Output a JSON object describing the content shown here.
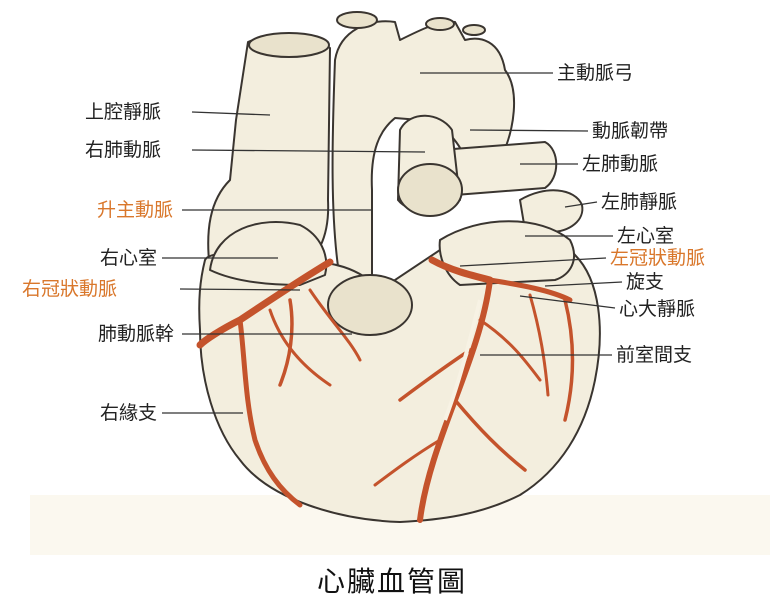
{
  "caption": "心臟血管圖",
  "colors": {
    "heart_fill": "#f3eede",
    "heart_stroke": "#3a3530",
    "artery": "#c4532c",
    "label_orange": "#d9772b",
    "label_dark": "#222222"
  },
  "labels_left": [
    {
      "id": "svc",
      "text": "上腔靜脈",
      "orange": false
    },
    {
      "id": "rpa",
      "text": "右肺動脈",
      "orange": false
    },
    {
      "id": "asc-aorta",
      "text": "升主動脈",
      "orange": true
    },
    {
      "id": "rv",
      "text": "右心室",
      "orange": false
    },
    {
      "id": "rca",
      "text": "右冠狀動脈",
      "orange": true
    },
    {
      "id": "pulm-trunk",
      "text": "肺動脈幹",
      "orange": false
    },
    {
      "id": "rmb",
      "text": "右緣支",
      "orange": false
    }
  ],
  "labels_right": [
    {
      "id": "arch",
      "text": "主動脈弓",
      "orange": false
    },
    {
      "id": "lig",
      "text": "動脈韌帶",
      "orange": false
    },
    {
      "id": "lpa",
      "text": "左肺動脈",
      "orange": false
    },
    {
      "id": "lpv",
      "text": "左肺靜脈",
      "orange": false
    },
    {
      "id": "lv",
      "text": "左心室",
      "orange": false
    },
    {
      "id": "lca",
      "text": "左冠狀動脈",
      "orange": true
    },
    {
      "id": "circ",
      "text": "旋支",
      "orange": false
    },
    {
      "id": "gcv",
      "text": "心大靜脈",
      "orange": false
    },
    {
      "id": "lad",
      "text": "前室間支",
      "orange": false
    }
  ]
}
